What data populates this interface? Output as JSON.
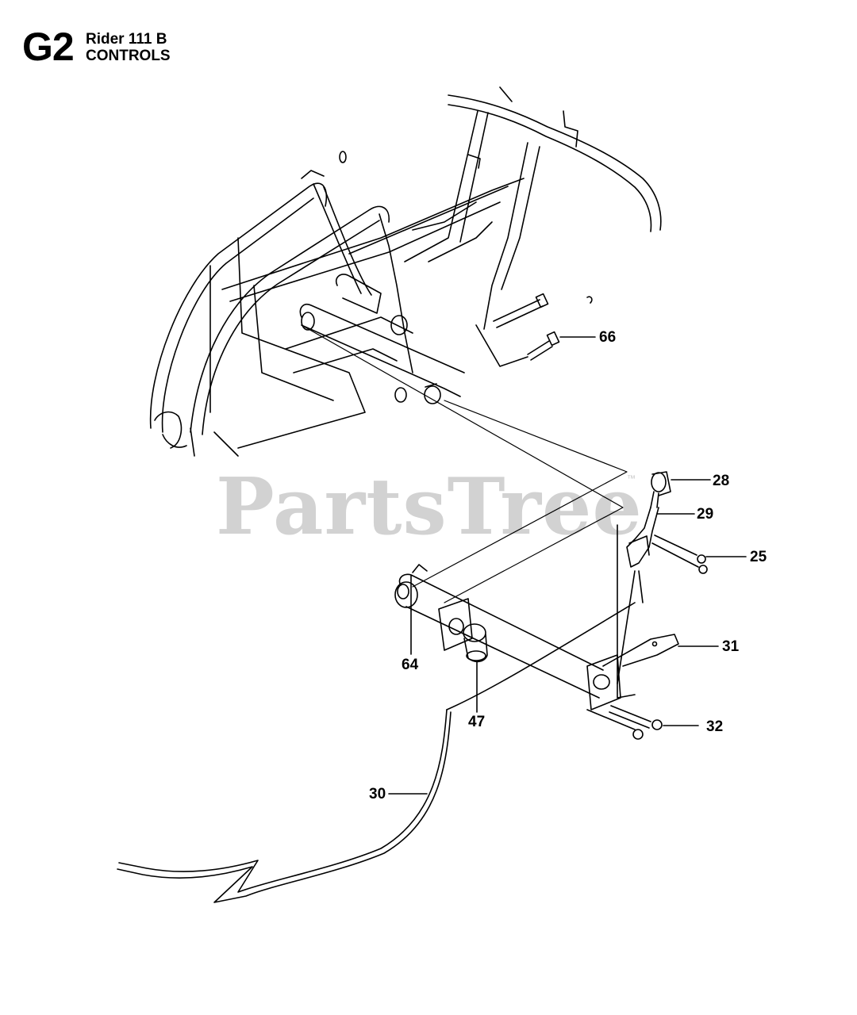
{
  "header": {
    "code": "G2",
    "model": "Rider 111 B",
    "section": "CONTROLS"
  },
  "watermark": {
    "text": "PartsTree",
    "mark": "™",
    "color": "#d2d2d2"
  },
  "callouts": [
    "66",
    "28",
    "29",
    "25",
    "31",
    "64",
    "47",
    "32",
    "30"
  ],
  "colors": {
    "line": "#000000",
    "background": "#ffffff"
  }
}
